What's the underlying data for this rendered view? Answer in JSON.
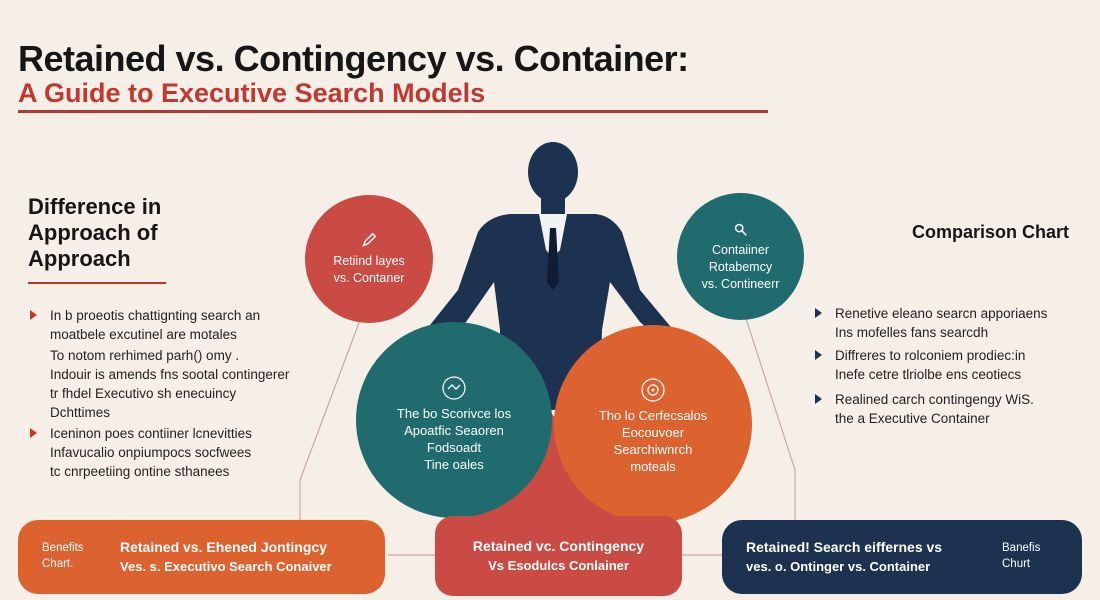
{
  "title": {
    "main": "Retained vs. Contingency vs. Container:",
    "sub": "A Guide to Executive Search Models"
  },
  "left_panel": {
    "heading_lines": [
      "Difference in",
      "Approach of",
      "Approach"
    ],
    "bullets": [
      {
        "lines": [
          "In b proeotis chattignting search an",
          "moatbele excutinel are motales"
        ],
        "marker": true
      },
      {
        "lines": [
          "To notom rerhimed parh() omy .",
          "Indouir is amends fns sootal contingerer",
          "tr fhdel Executivo sh enecuincy",
          "Dchttimes"
        ],
        "marker": false
      },
      {
        "lines": [
          "Iceninon poes contiiner lcnevitties",
          "Infavucalio onpiumpocs socfwees",
          "tc cnrpeetiing ontine sthanees"
        ],
        "marker": true
      }
    ]
  },
  "right_panel": {
    "heading": "Comparison Chart",
    "bullets": [
      {
        "lines": [
          "Renetive eleano searcn apporiaens",
          "Ins mofelles fans searcdh"
        ]
      },
      {
        "lines": [
          "Diffreres to rolconiem prodiec:in",
          "Inefe cetre tlriolbe ens ceotiecs"
        ]
      },
      {
        "lines": [
          "Realined carch contingengy WiS.",
          "the a Executive Container"
        ]
      }
    ]
  },
  "circles": {
    "top_left": {
      "lines": [
        "Retiind layes",
        "vs. Contaner"
      ],
      "icon": "pen-icon",
      "color": "#c94b43"
    },
    "top_right": {
      "lines": [
        "Contaiiner",
        "Rotabemcy",
        "vs. Contineerr"
      ],
      "icon": "tools-icon",
      "color": "#1f6b6e"
    },
    "mid_left": {
      "lines": [
        "The bo Scorivce los",
        "Apoatfic Seaoren",
        "Fodsoadt",
        "Tine oales"
      ],
      "icon": "handshake-icon",
      "color": "#1f6b6e"
    },
    "mid_right": {
      "lines": [
        "Tho lo Cerfecsalos",
        "Eocouvoer",
        "Searchiwnrch",
        "moteals"
      ],
      "icon": "target-icon",
      "color": "#dc6230"
    }
  },
  "pills": {
    "left": {
      "small_lines": [
        "Benefits",
        "Chart."
      ],
      "main_lines": [
        "Retained vs. Ehened Jontingcy",
        "Ves. s. Executivo Search Conaiver"
      ],
      "color": "#dc6230"
    },
    "center": {
      "main_lines": [
        "Retained vc. Contingency",
        "Vs Esodulcs Conlainer"
      ],
      "color": "#c94b43"
    },
    "right": {
      "main_lines": [
        "Retained! Search eiffernes vs",
        "ves. o. Ontinger vs. Container"
      ],
      "small_lines": [
        "Banefis",
        "Churt"
      ],
      "color": "#1d3151"
    }
  },
  "figure": {
    "name": "businessman-silhouette",
    "color": "#1d3151"
  },
  "colors": {
    "accent_red": "#c0392f",
    "teal": "#1f6b6e",
    "orange": "#dc6230",
    "navy": "#1d3151",
    "background": "#f6efe8"
  }
}
